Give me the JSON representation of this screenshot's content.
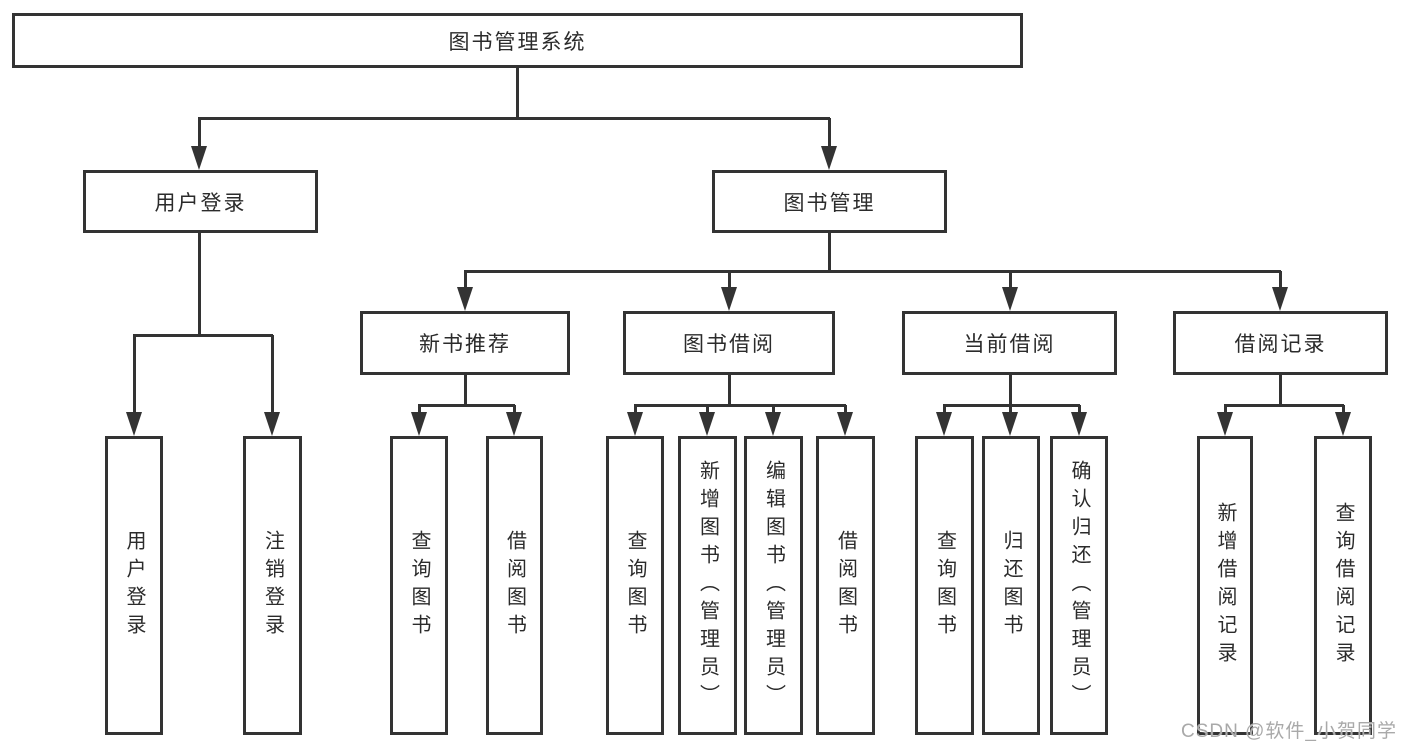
{
  "diagram_title": "图书管理系统",
  "watermark": "CSDN @软件_小贺同学",
  "colors": {
    "line": "#333333",
    "box_border": "#333333",
    "box_fill": "#ffffff",
    "text": "#2b2b2b",
    "background": "#ffffff",
    "watermark": "#a9a9a9"
  },
  "nodes": [
    {
      "id": "root",
      "label": "图书管理系统",
      "level": 1,
      "parent": null
    },
    {
      "id": "user-login",
      "label": "用户登录",
      "level": 2,
      "parent": "root"
    },
    {
      "id": "book-management",
      "label": "图书管理",
      "level": 2,
      "parent": "root"
    },
    {
      "id": "new-book-recommend",
      "label": "新书推荐",
      "level": 3,
      "parent": "book-management"
    },
    {
      "id": "book-borrowing",
      "label": "图书借阅",
      "level": 3,
      "parent": "book-management"
    },
    {
      "id": "current-borrowing",
      "label": "当前借阅",
      "level": 3,
      "parent": "book-management"
    },
    {
      "id": "borrowing-records",
      "label": "借阅记录",
      "level": 3,
      "parent": "book-management"
    },
    {
      "id": "leaf-user-login",
      "label": "用户登录",
      "level": 4,
      "parent": "user-login"
    },
    {
      "id": "leaf-logout",
      "label": "注销登录",
      "level": 4,
      "parent": "user-login"
    },
    {
      "id": "leaf-query-books-recommend",
      "label": "查询图书",
      "level": 4,
      "parent": "new-book-recommend"
    },
    {
      "id": "leaf-borrow-books-recommend",
      "label": "借阅图书",
      "level": 4,
      "parent": "new-book-recommend"
    },
    {
      "id": "leaf-query-books-borrowing",
      "label": "查询图书",
      "level": 4,
      "parent": "book-borrowing"
    },
    {
      "id": "leaf-add-books-admin",
      "label": "新增图书（管理员）",
      "level": 4,
      "parent": "book-borrowing"
    },
    {
      "id": "leaf-edit-books-admin",
      "label": "编辑图书（管理员）",
      "level": 4,
      "parent": "book-borrowing"
    },
    {
      "id": "leaf-borrow-books-borrowing",
      "label": "借阅图书",
      "level": 4,
      "parent": "book-borrowing"
    },
    {
      "id": "leaf-query-books-current",
      "label": "查询图书",
      "level": 4,
      "parent": "current-borrowing"
    },
    {
      "id": "leaf-return-books",
      "label": "归还图书",
      "level": 4,
      "parent": "current-borrowing"
    },
    {
      "id": "leaf-confirm-return-admin",
      "label": "确认归还（管理员）",
      "level": 4,
      "parent": "current-borrowing"
    },
    {
      "id": "leaf-add-borrow-record",
      "label": "新增借阅记录",
      "level": 4,
      "parent": "borrowing-records"
    },
    {
      "id": "leaf-query-borrow-record",
      "label": "查询借阅记录",
      "level": 4,
      "parent": "borrowing-records"
    }
  ]
}
